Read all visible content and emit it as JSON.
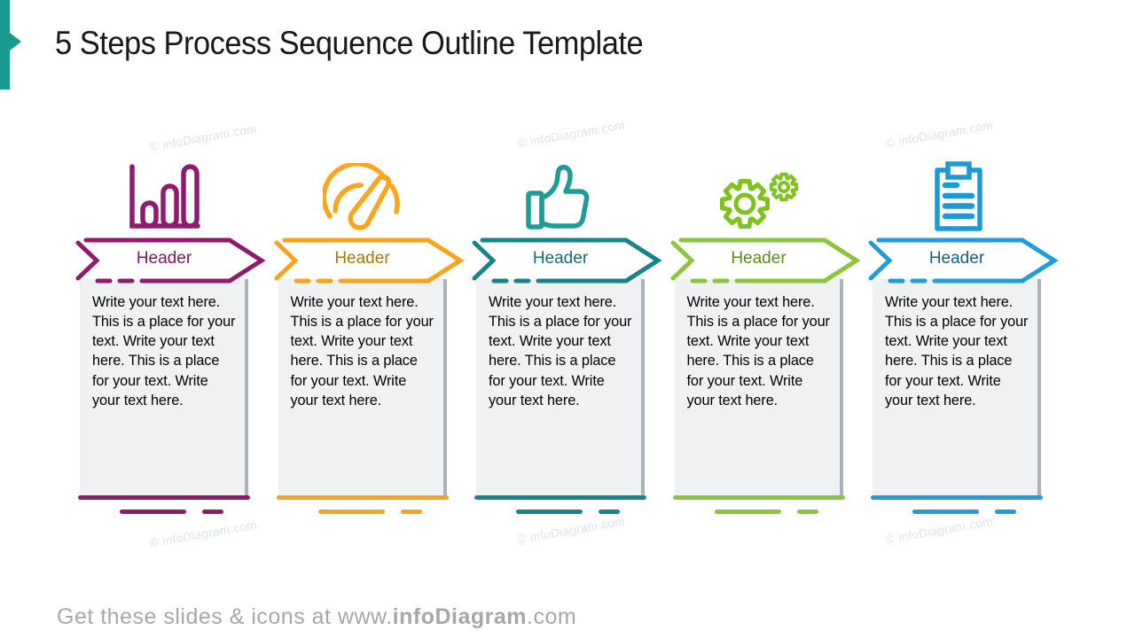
{
  "title": "5 Steps Process Sequence Outline Template",
  "watermark_text": "© infoDiagram.com",
  "accent_color": "#1a998f",
  "footer": {
    "prefix": "Get these slides & icons at www.",
    "brand": "infoDiagram",
    "suffix": ".com"
  },
  "steps": [
    {
      "header": "Header",
      "body": "Write your text here. This is a place for your text. Write your text here. This is a place for your text. Write your text here.",
      "icon": "bar-chart-icon",
      "outline_color": "#8e1b6b",
      "header_text_color": "#7a1760",
      "icon_color": "#8e1b6b"
    },
    {
      "header": "Header",
      "body": "Write your text here. This is a place for your text. Write your text here. This is a place for your text. Write your text here.",
      "icon": "speedometer-icon",
      "outline_color": "#fba21b",
      "header_text_color": "#a87708",
      "icon_color": "#fca51d"
    },
    {
      "header": "Header",
      "body": "Write your text here. This is a place for your text. Write your text here. This is a place for your text. Write your text here.",
      "icon": "thumbs-up-icon",
      "outline_color": "#17848d",
      "header_text_color": "#0f6e77",
      "icon_color": "#1f9c94"
    },
    {
      "header": "Header",
      "body": "Write your text here. This is a place for your text. Write your text here. This is a place for your text. Write your text here.",
      "icon": "gears-icon",
      "outline_color": "#8bc53e",
      "header_text_color": "#5e8a15",
      "icon_color": "#7cc41d"
    },
    {
      "header": "Header",
      "body": "Write your text here. This is a place for your text. Write your text here. This is a place for your text. Write your text here.",
      "icon": "clipboard-checklist-icon",
      "outline_color": "#209cd9",
      "header_text_color": "#176079",
      "icon_color": "#1a9bd7"
    }
  ]
}
